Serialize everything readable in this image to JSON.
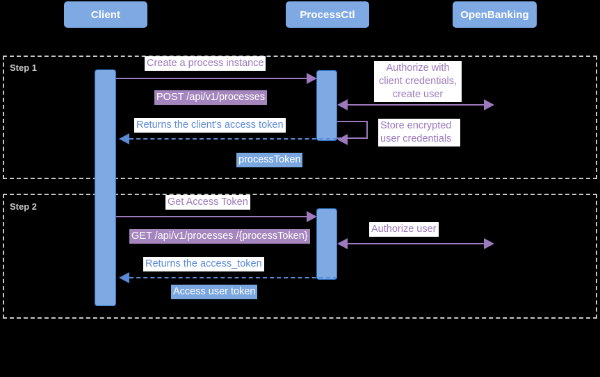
{
  "diagram": {
    "type": "sequence-diagram",
    "background_color": "#000000",
    "participant_color": "#7fa9e3",
    "purple_accent": "#9d79bd",
    "blue_accent": "#5a8ad6",
    "frame_color": "#c9c9c9"
  },
  "participants": [
    {
      "name": "Client"
    },
    {
      "name": "ProcessCtl"
    },
    {
      "name": "OpenBanking"
    }
  ],
  "steps": [
    {
      "label": "Step 1"
    },
    {
      "label": "Step 2"
    }
  ],
  "messages": [
    {
      "text": "Create a process instance",
      "style": "plain-purple"
    },
    {
      "text": "POST /api/v1/processes",
      "style": "badge-purple"
    },
    {
      "text": "Authorize with client credentials, create user",
      "style": "plain-purple"
    },
    {
      "text": "Returns the client's access token",
      "style": "plain-blue"
    },
    {
      "text": "Store encrypted user credentials",
      "style": "plain-purple"
    },
    {
      "text": "processToken",
      "style": "badge-blue"
    },
    {
      "text": "Get Access Token",
      "style": "plain-purple"
    },
    {
      "text": "GET /api/v1/processes /{processToken}",
      "style": "badge-purple"
    },
    {
      "text": "Authorize user",
      "style": "plain-purple"
    },
    {
      "text": "Returns the access_token",
      "style": "plain-blue"
    },
    {
      "text": "Access user token",
      "style": "badge-blue"
    }
  ],
  "authorize_lines": {
    "line1": "Authorize with",
    "line2": "client credentials,",
    "line3": "create user"
  },
  "store_lines": {
    "line1": "Store encrypted",
    "line2": "user credentials"
  }
}
